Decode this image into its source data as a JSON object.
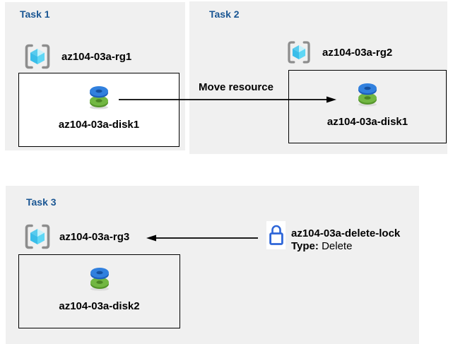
{
  "diagram": {
    "description": "Azure AZ-104 lab diagram: move a managed disk between resource groups and apply a delete lock",
    "tasks": [
      {
        "title": "Task 1",
        "resource_group": {
          "icon": "resource-group-icon",
          "label": "az104-03a-rg1"
        },
        "box": {
          "icon": "disk-icon",
          "resource_label": "az104-03a-disk1"
        }
      },
      {
        "title": "Task 2",
        "resource_group": {
          "icon": "resource-group-icon",
          "label": "az104-03a-rg2"
        },
        "box": {
          "icon": "disk-icon",
          "resource_label": "az104-03a-disk1"
        }
      },
      {
        "title": "Task 3",
        "resource_group": {
          "icon": "resource-group-icon",
          "label": "az104-03a-rg3"
        },
        "box": {
          "icon": "disk-icon",
          "resource_label": "az104-03a-disk2"
        }
      }
    ],
    "move_arrow": {
      "label": "Move resource",
      "direction": "right"
    },
    "lock_callout": {
      "icon": "lock-icon",
      "name": "az104-03a-delete-lock",
      "type_label": "Type:",
      "type_value": "Delete",
      "arrow_direction": "left"
    },
    "colors": {
      "panel_bg": "#F0F0F0",
      "task_title": "#1A5693",
      "text": "#000000",
      "box_border": "#000000",
      "arrow": "#000000",
      "lock_blue": "#2E66D8",
      "disk_blue_top": "#3180DE",
      "disk_blue_side": "#1E60BD",
      "disk_blue_hole": "#15509F",
      "disk_green_top": "#72B742",
      "disk_green_side": "#55962B",
      "disk_green_hole": "#4A8524",
      "rg_bracket_gray": "#8D8D8D",
      "rg_cube_lightest": "#C6F1FB",
      "rg_cube_light": "#5FD7F5",
      "rg_cube_mid": "#58CBEE",
      "rg_cube_dark": "#3ABDE9"
    }
  }
}
